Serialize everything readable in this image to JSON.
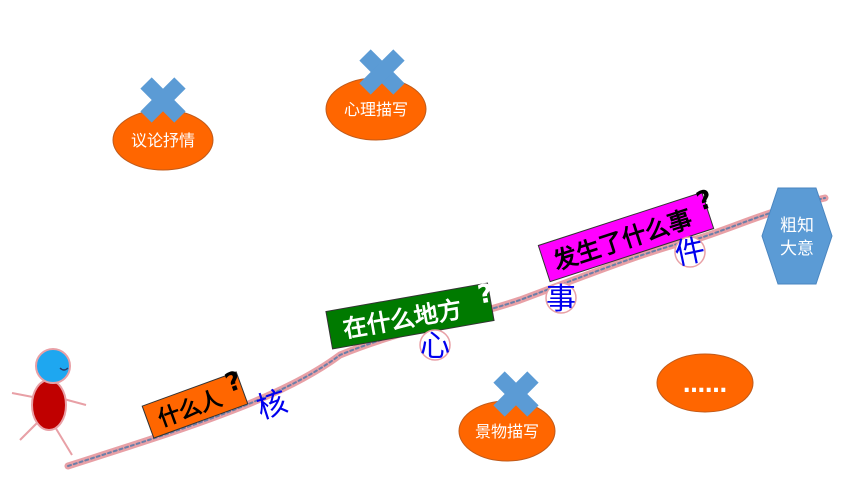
{
  "ovals": [
    {
      "id": "yilun",
      "text": "议论抒情",
      "crossed": true
    },
    {
      "id": "xinli",
      "text": "心理描写",
      "crossed": true
    },
    {
      "id": "jingwu",
      "text": "景物描写",
      "crossed": true
    },
    {
      "id": "more",
      "text": "……",
      "crossed": false
    }
  ],
  "steps": [
    {
      "id": "who",
      "text": "什么人",
      "q": "?"
    },
    {
      "id": "where",
      "text": "在什么地方",
      "q": "?"
    },
    {
      "id": "what",
      "text": "发生了什么事",
      "q": "?"
    }
  ],
  "core_chars": [
    "核",
    "心",
    "事",
    "件"
  ],
  "goal": {
    "line1": "粗知",
    "line2": "大意"
  },
  "colors": {
    "oval": "#ff6600",
    "cross": "#5b9bd5",
    "who": "#ff6600",
    "where": "#007a00",
    "what": "#ff00ff",
    "core_text": "#0000ee",
    "goal": "#5b9bd5",
    "path": "#e8a0a6"
  }
}
